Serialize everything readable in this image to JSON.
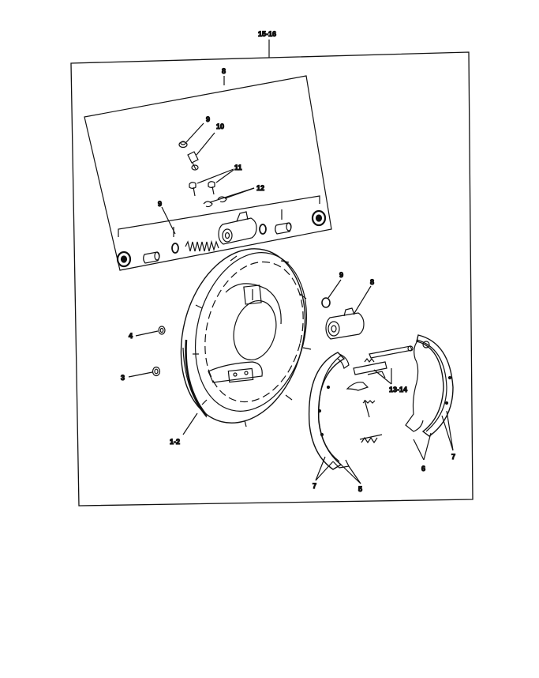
{
  "callouts": {
    "assembly": "15-16",
    "kit_top": "8",
    "kit_bleeder_cap": "9",
    "kit_bleeder": "10",
    "kit_screws": "11",
    "kit_clips": "12",
    "kit_cyl_parts": "9",
    "plug_small": "4",
    "plug_large": "3",
    "backing_plate": "1-2",
    "cap_right": "9",
    "cyl_right": "8",
    "adjuster": "13-14",
    "shoe_left_7": "7",
    "shoe_left_5": "5",
    "shoe_right_6": "6",
    "shoe_right_7": "7"
  }
}
